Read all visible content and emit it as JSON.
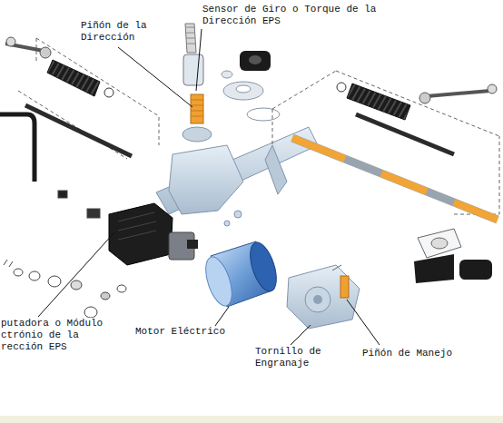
{
  "diagram": {
    "labels": [
      "Sensor de Giro o Torque de la Dirección EPS",
      "Piñón de la Dirección",
      "putadora o Módulo ctrónio de la rección EPS",
      "Motor Eléctrico",
      "Tornillo de Engranaje",
      "Piñón de Manejo"
    ]
  }
}
